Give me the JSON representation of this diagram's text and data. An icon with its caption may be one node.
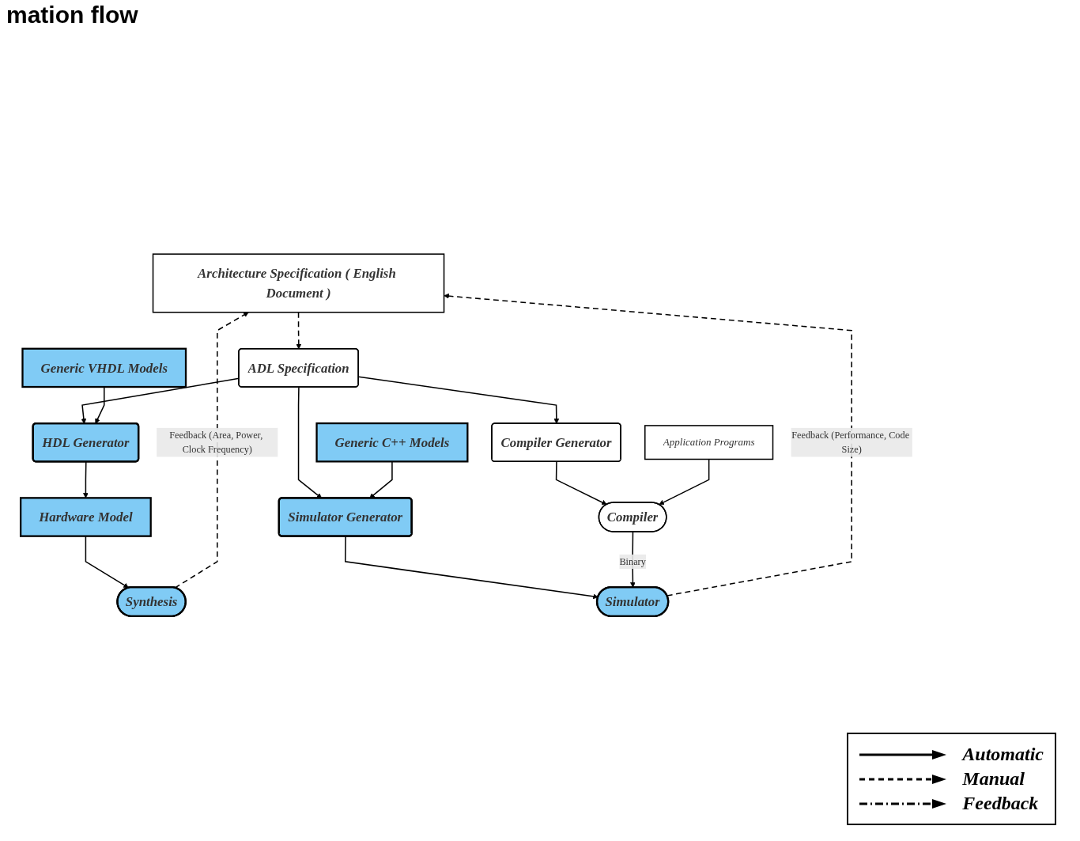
{
  "diagram": {
    "title": "mation flow",
    "nodes": [
      {
        "text": [
          "Architecture Specification ( English Document )"
        ]
      },
      {
        "text": [
          "ADL Specification"
        ]
      },
      {
        "text": [
          "Generic VHDL Models"
        ]
      },
      {
        "text": [
          "Generic C++ Models"
        ]
      },
      {
        "text": [
          "HDL Generator"
        ]
      },
      {
        "text": [
          "Compiler Generator"
        ]
      },
      {
        "text": [
          "Simulator Generator"
        ]
      },
      {
        "text": [
          "Application Programs"
        ]
      },
      {
        "text": [
          "Hardware Model"
        ]
      },
      {
        "text": [
          "Compiler"
        ]
      },
      {
        "text": [
          "Simulator"
        ]
      },
      {
        "text": [
          "Synthesis"
        ]
      }
    ],
    "edges": [
      {
        "from": 0,
        "to": 1,
        "arrow": "to",
        "style": "dashed"
      },
      {
        "from": 1,
        "to": 4,
        "arrow": "to"
      },
      {
        "from": 1,
        "to": 5,
        "arrow": "to"
      },
      {
        "from": 1,
        "to": 6,
        "arrow": "to"
      },
      {
        "from": 2,
        "to": 4,
        "arrow": "to"
      },
      {
        "from": 3,
        "to": 6,
        "arrow": "to"
      },
      {
        "from": 4,
        "to": 8,
        "arrow": "to"
      },
      {
        "from": 5,
        "to": 9,
        "arrow": "to"
      },
      {
        "from": 6,
        "to": 10,
        "arrow": "to"
      },
      {
        "from": 7,
        "to": 9,
        "arrow": "to"
      },
      {
        "from": 9,
        "to": 10,
        "arrow": "to",
        "label": "Binary"
      },
      {
        "from": 8,
        "to": 11,
        "arrow": "to"
      },
      {
        "from": 11,
        "to": 0,
        "arrow": "to",
        "style": "dashed",
        "label": "Feedback (Area, Power, Clock Frequency)"
      },
      {
        "from": 10,
        "to": 0,
        "arrow": "to",
        "style": "dashed",
        "label": "Feedback (Performance, Code Size)"
      }
    ],
    "legend": [
      {
        "text": "Automatic"
      },
      {
        "text": "Manual"
      },
      {
        "text": "Feedback"
      }
    ]
  }
}
